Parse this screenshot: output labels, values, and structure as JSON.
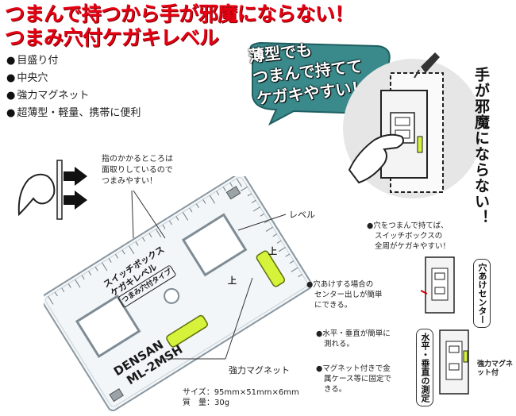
{
  "headline": {
    "line1": "つまんで持つから手が邪魔にならない！",
    "line2": "つまみ穴付ケガキレベル"
  },
  "features": [
    "目盛り付",
    "中央穴",
    "強力マグネット",
    "超薄型・軽量、携帯に便利"
  ],
  "speech_bubble": [
    "薄型でも",
    "つまんで持てて",
    "ケガキやすい！"
  ],
  "hands_text": "手が邪魔にならない！",
  "finger_note": [
    "指のかかるところは",
    "面取りしているので",
    "つまみやすい！"
  ],
  "labels": {
    "level": "レベル",
    "magnet": "強力マグネット"
  },
  "product": {
    "line1": "スイッチボックス",
    "line2": "ケガキレベル",
    "badge": "つまみ穴付タイプ",
    "brand": "DENSAN",
    "model": "ML-2MSH",
    "up_mark": "上"
  },
  "specs": {
    "size": "サイズ：95mm×51mm×6mm",
    "weight": "質　量：30g"
  },
  "notes": {
    "grip": [
      "●穴をつまんで持てば、",
      "スイッチボックスの",
      "全周がケガキやすい！"
    ],
    "center": [
      "●穴あけする場合の",
      "センター出しが簡単",
      "にできる。"
    ],
    "level": [
      "●水平・垂直が簡単に",
      "測れる。"
    ],
    "magnet": [
      "●マグネット付きで金",
      "属ケース等に固定で",
      "きる。"
    ]
  },
  "diagram_labels": {
    "center": "穴あけセンター",
    "level": "水平・垂直の測定",
    "magnet": "強力マグネット付"
  },
  "colors": {
    "headline": "#e60012",
    "bubble": "#3a8a8c",
    "bubble_dark": "#1f5e60",
    "level_vial": "#d6f23a"
  }
}
